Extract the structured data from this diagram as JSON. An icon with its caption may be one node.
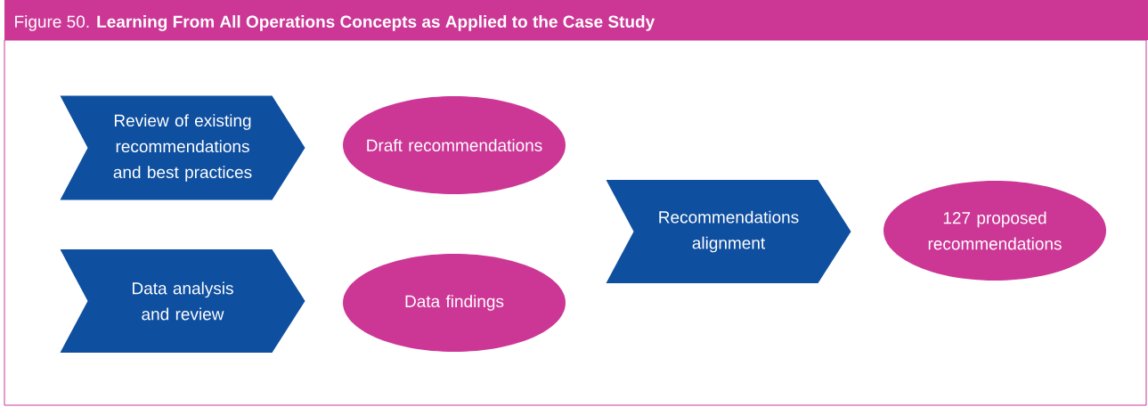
{
  "diagram": {
    "title": "Figure 50. **Learning From All Operations Concepts as Applied to the Case Study**",
    "nodes": [
      {
        "text": [
          "Review of existing recommendations and best practices"
        ]
      },
      {
        "text": [
          "Draft recommendations"
        ]
      },
      {
        "text": [
          "Data analysis and review"
        ]
      },
      {
        "text": [
          "Data findings"
        ]
      },
      {
        "text": [
          "Recommendations alignment"
        ]
      },
      {
        "text": [
          "127 proposed recommendations"
        ]
      }
    ]
  }
}
